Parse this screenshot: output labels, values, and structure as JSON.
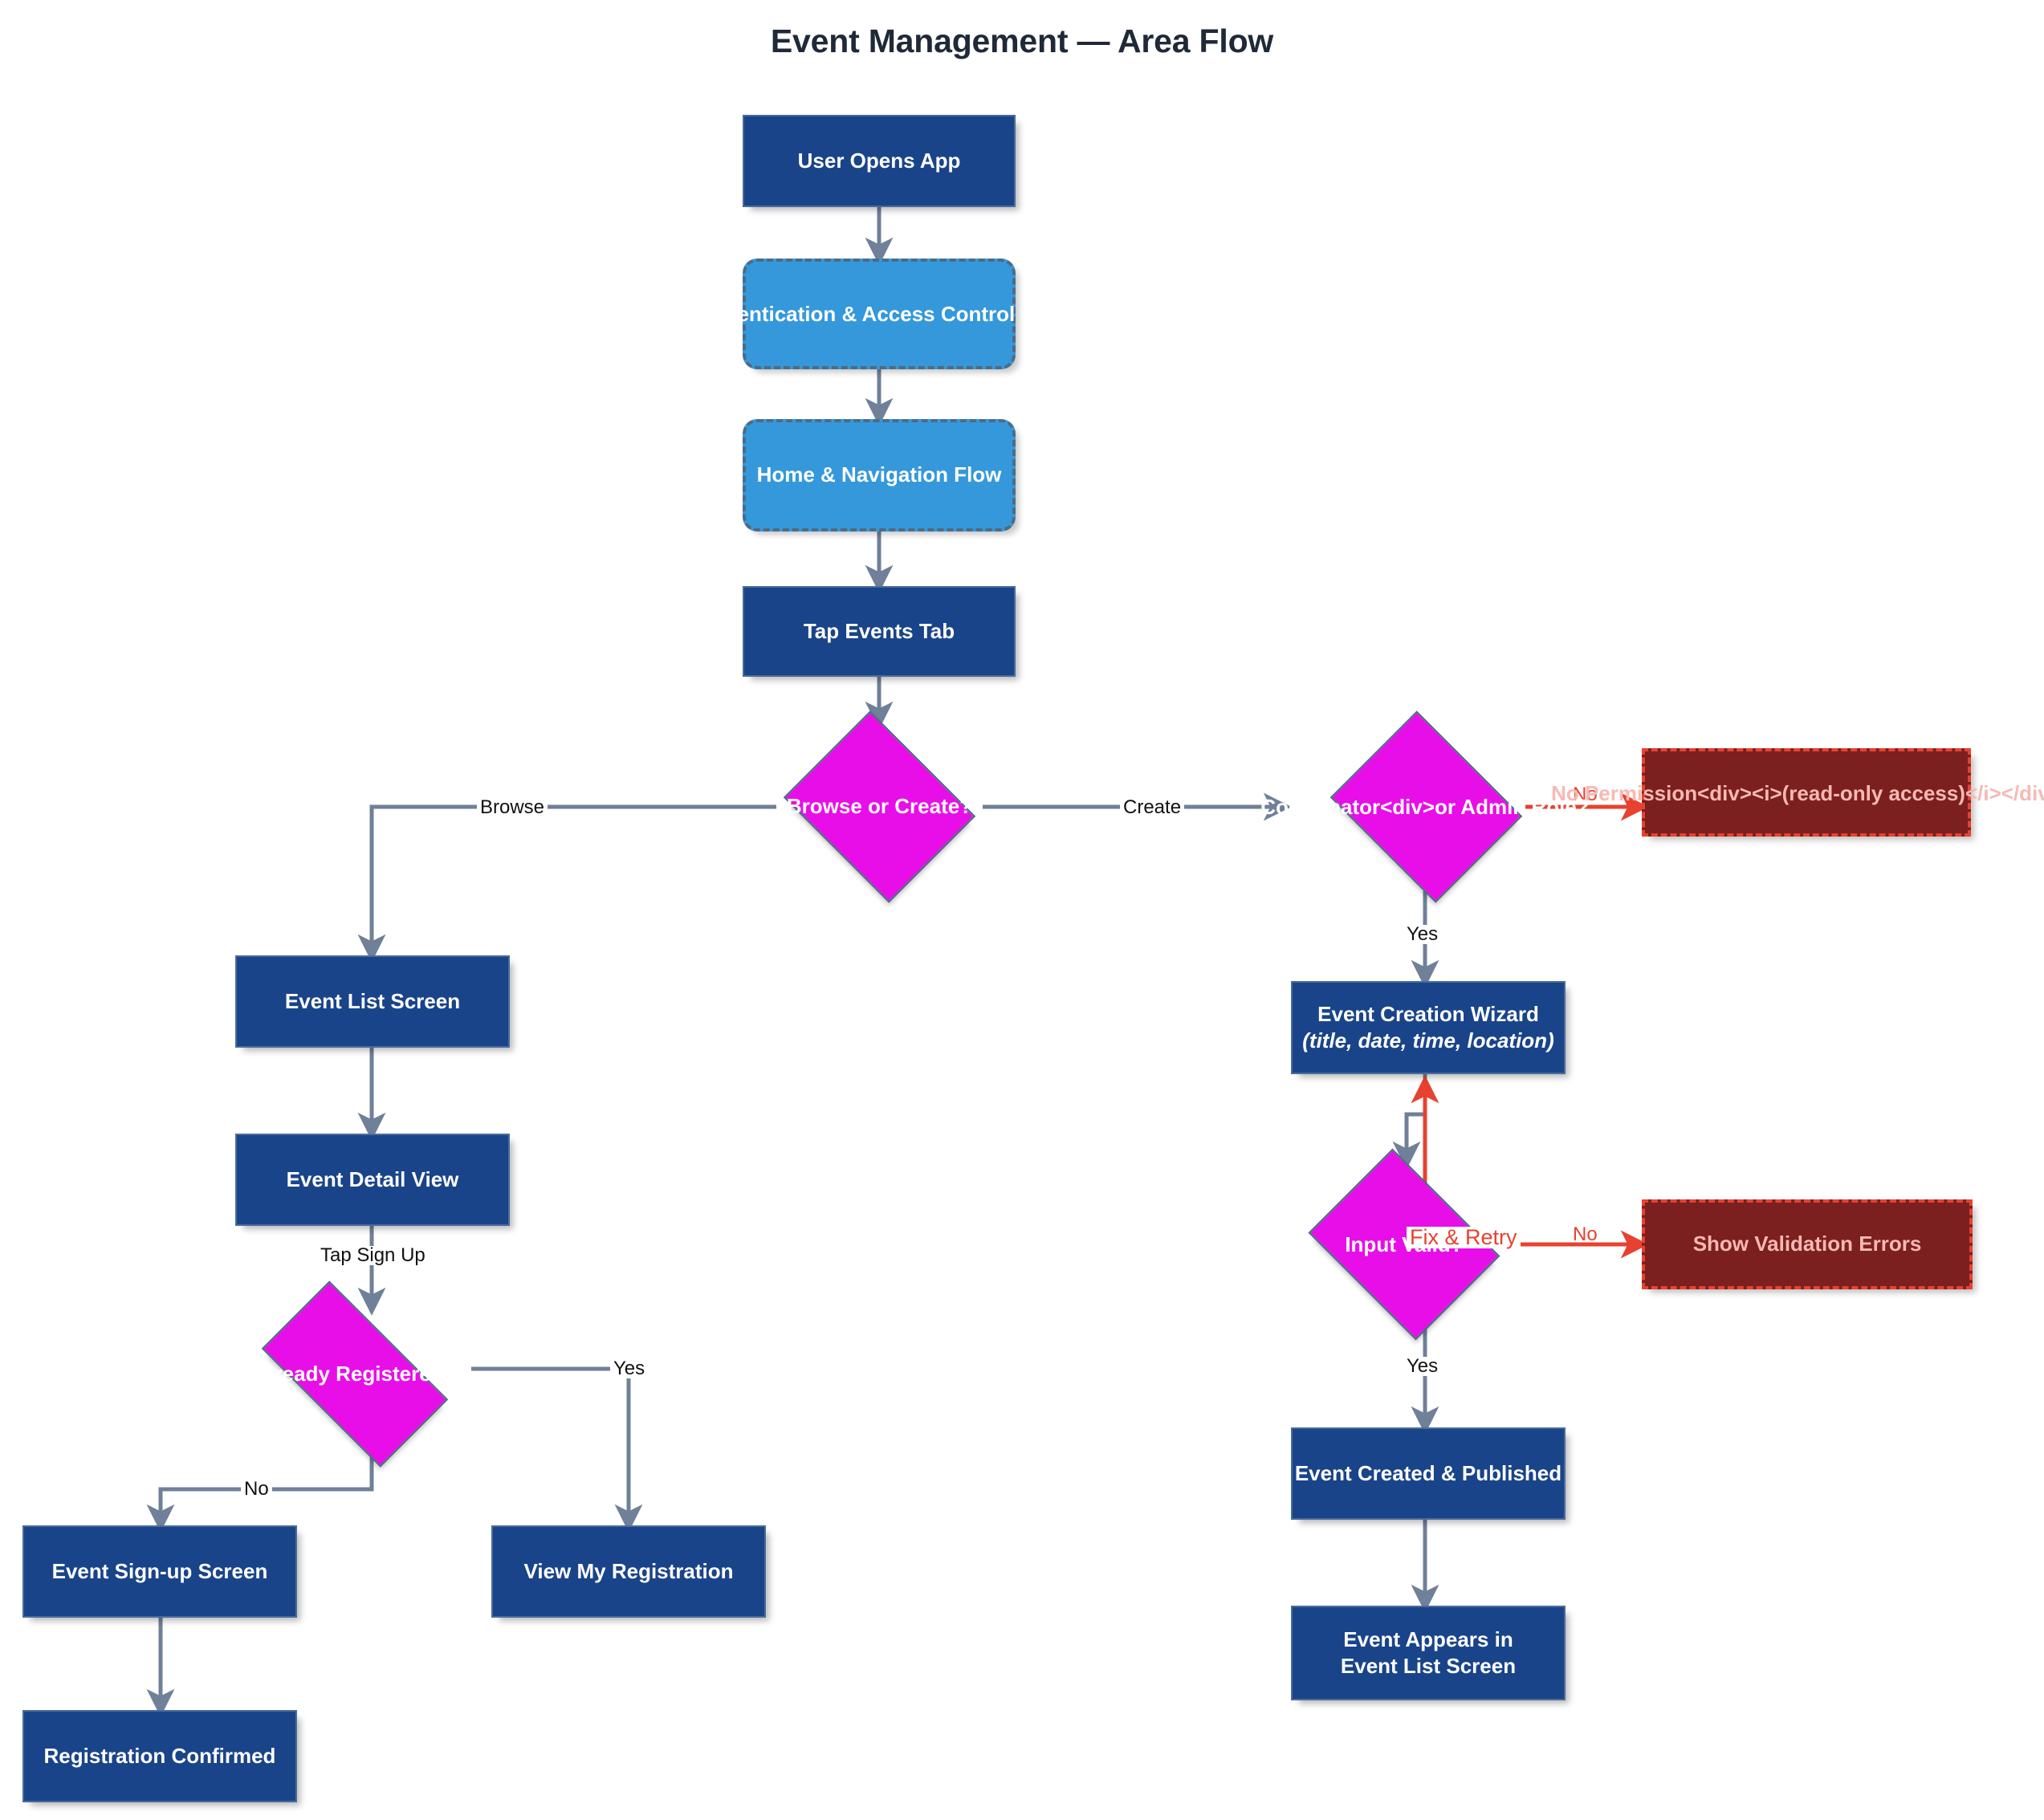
{
  "title": "Event Management — Area Flow",
  "colors": {
    "process_fill": "#1a4489",
    "process_stroke": "#4a6c9b",
    "subflow_fill": "#3498db",
    "subflow_stroke": "#4d6b86",
    "decision_fill": "#e80ee8",
    "error_fill": "#7c1f1f",
    "error_stroke": "#e8412f",
    "error_text": "#f7b9b4",
    "edge_stroke": "#6f8098",
    "edge_red": "#e8412f",
    "title_color": "#1f2937"
  },
  "nodes": {
    "user_opens_app": {
      "label": "User Opens App",
      "type": "process"
    },
    "auth_flow": {
      "label": "Authentication & Access Control Flow",
      "type": "subflow"
    },
    "home_nav": {
      "label": "Home & Navigation Flow",
      "type": "subflow"
    },
    "tap_events_tab": {
      "label": "Tap Events Tab",
      "type": "process"
    },
    "browse_or_create": {
      "label": "Browse or Create?",
      "type": "decision"
    },
    "role_check": {
      "label": "Coordinator<div>or Admin Role?",
      "type": "decision"
    },
    "no_permission": {
      "label": "No Permission<div><i>(read-only access)</i></div>",
      "type": "error"
    },
    "event_list_screen": {
      "label": "Event List Screen",
      "type": "process"
    },
    "event_detail_view": {
      "label": "Event Detail View",
      "type": "process"
    },
    "already_registered": {
      "label": "Already Registered?",
      "type": "decision"
    },
    "event_signup_screen": {
      "label": "Event Sign-up Screen",
      "type": "process"
    },
    "registration_confirmed": {
      "label": "Registration Confirmed",
      "type": "process"
    },
    "view_my_registration": {
      "label": "View My Registration",
      "type": "process"
    },
    "event_creation_wizard": {
      "label_line1": "Event Creation Wizard",
      "label_line2": "(title, date, time, location)",
      "type": "process"
    },
    "input_valid": {
      "label": "Input Valid?",
      "type": "decision"
    },
    "show_validation_errors": {
      "label": "Show Validation Errors",
      "type": "error"
    },
    "event_created_published": {
      "label": "Event Created & Published",
      "type": "process"
    },
    "event_appears_list": {
      "label_line1": "Event Appears in",
      "label_line2": "Event List Screen",
      "type": "process"
    }
  },
  "edge_labels": {
    "browse": "Browse",
    "create": "Create",
    "role_no": "No",
    "role_yes": "Yes",
    "tap_sign_up": "Tap Sign Up",
    "registered_yes": "Yes",
    "registered_no": "No",
    "valid_no": "No",
    "valid_yes": "Yes",
    "fix_retry": "Fix & Retry"
  }
}
